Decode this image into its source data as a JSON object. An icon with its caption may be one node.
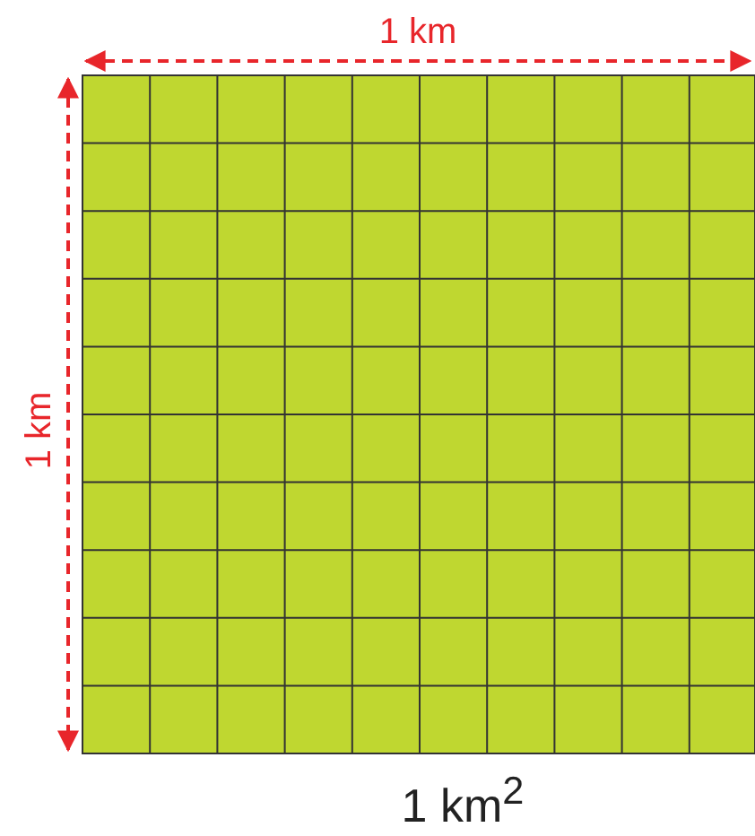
{
  "diagram": {
    "labels": [
      "1 km",
      "1 km",
      "1 km$^{2}$"
    ]
  }
}
